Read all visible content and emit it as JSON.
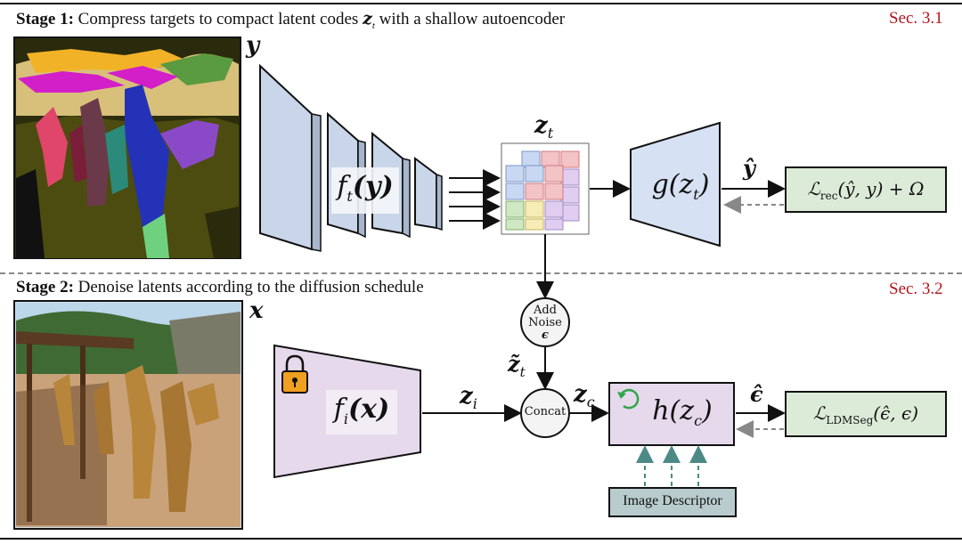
{
  "stage1": {
    "prefix": "Stage 1:",
    "text_before": " Compress targets to compact latent codes ",
    "var": "z",
    "var_sub": "t",
    "text_after": " with a shallow autoencoder",
    "section": "Sec. 3.1"
  },
  "stage2": {
    "prefix": "Stage 2:",
    "text": " Denoise latents according to the diffusion schedule",
    "section": "Sec. 3.2"
  },
  "labels": {
    "y": "y",
    "x": "x",
    "zt": "z",
    "zt_sub": "t",
    "y_hat": "ŷ",
    "zt_tilde": "z̃",
    "zt_tilde_sub": "t",
    "zi": "z",
    "zi_sub": "i",
    "zc": "z",
    "zc_sub": "c",
    "eps_hat": "ϵ̂"
  },
  "blocks": {
    "encoder_t": "f",
    "encoder_t_sub": "t",
    "encoder_t_arg": "(y)",
    "decoder": "g(z",
    "decoder_sub": "t",
    "decoder_close": ")",
    "encoder_i": "f",
    "encoder_i_sub": "i",
    "encoder_i_arg": "(x)",
    "denoiser": "h(z",
    "denoiser_sub": "c",
    "denoiser_close": ")",
    "add_noise_line1": "Add",
    "add_noise_line2": "Noise",
    "add_noise_sym": "ϵ",
    "concat": "Concat",
    "image_descriptor": "Image Descriptor"
  },
  "losses": {
    "rec_main": "ℒ",
    "rec_sub": "rec",
    "rec_args": "(ŷ, y) + Ω",
    "ldm_main": "ℒ",
    "ldm_sub": "LDMSeg",
    "ldm_args": "(ϵ̂, ϵ)"
  },
  "colors": {
    "section_red": "#b3131b",
    "encoder_blue": "#c9d5e8",
    "decoder_blue": "#d6e2f4",
    "block_purple": "#e6d9ec",
    "loss_green": "#dcebd8",
    "descriptor_gray": "#b9cccd",
    "lock_orange": "#f0a020",
    "refresh_green": "#2fa64a"
  }
}
